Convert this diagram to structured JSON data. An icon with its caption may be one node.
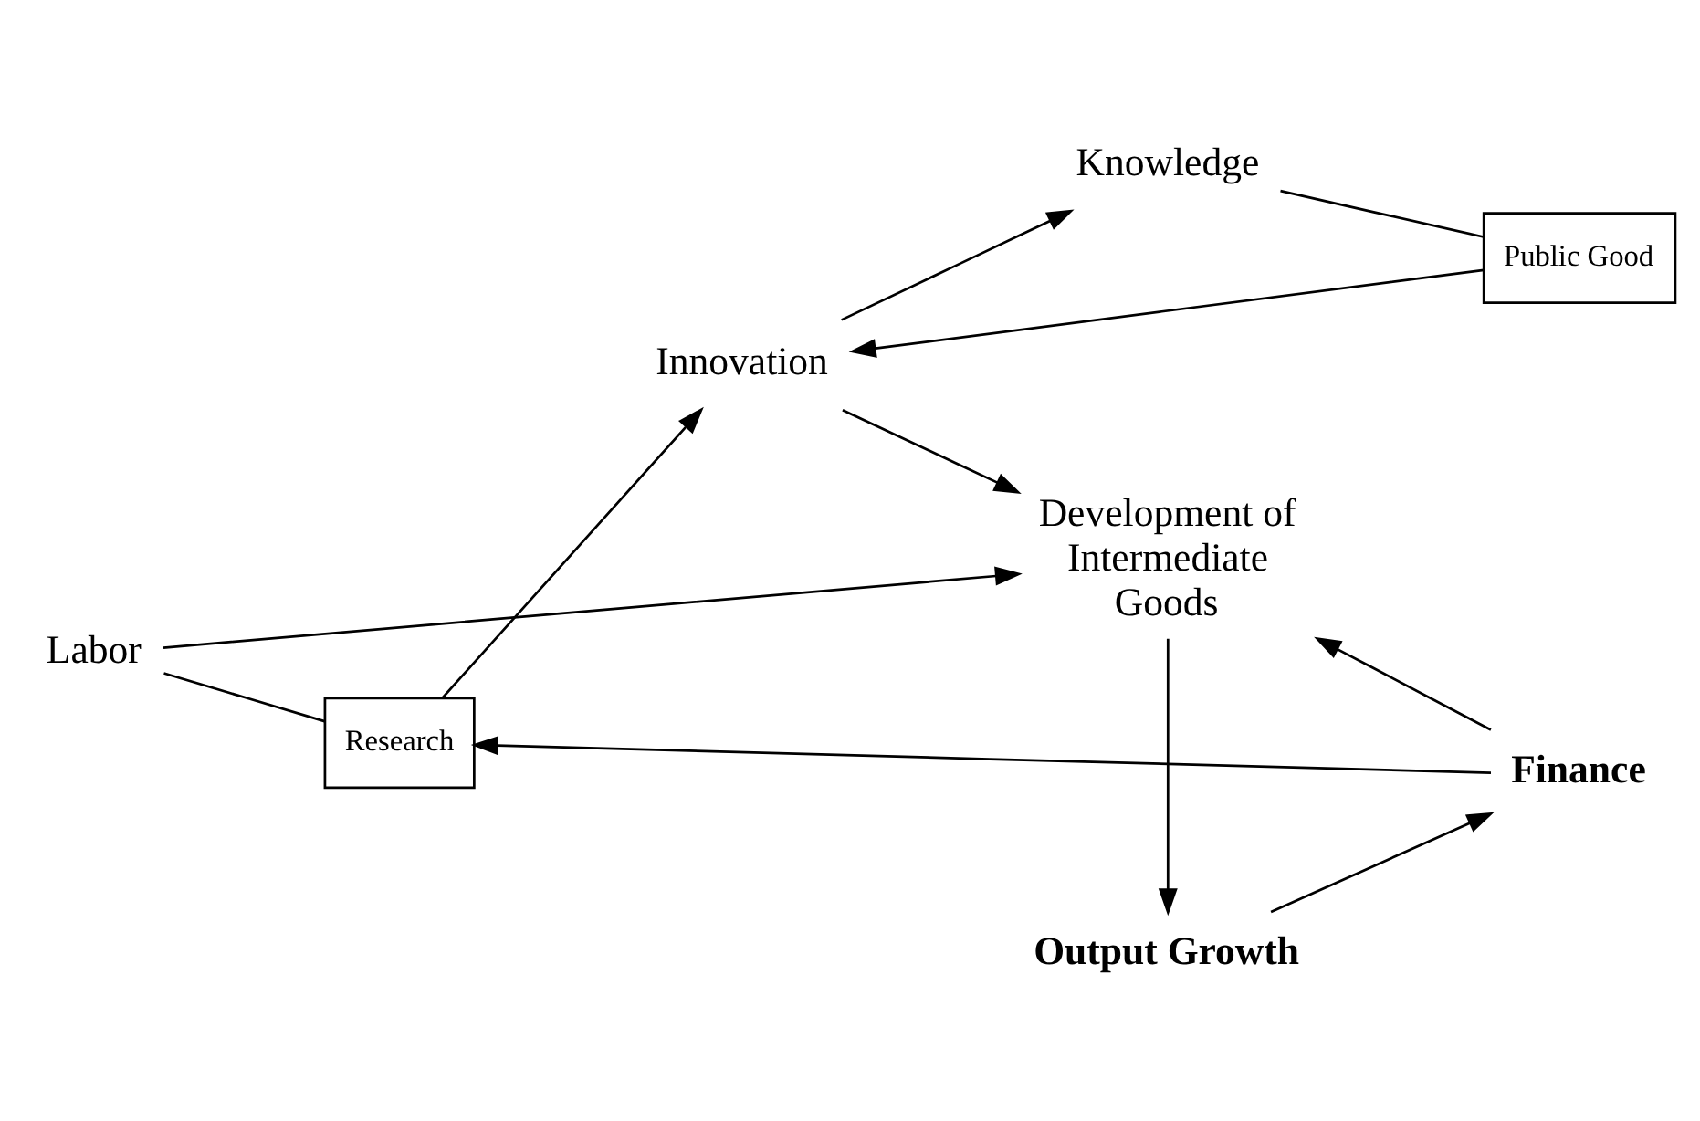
{
  "diagram": {
    "nodes": [
      {
        "text": [
          "Labor"
        ]
      },
      {
        "text": [
          "Research"
        ]
      },
      {
        "text": [
          "Innovation"
        ]
      },
      {
        "text": [
          "Public Good"
        ]
      },
      {
        "text": [
          "Knowledge"
        ]
      },
      {
        "text": [
          "Development of Intermediate Goods"
        ]
      },
      {
        "text": [
          "Output Growth"
        ]
      },
      {
        "text": [
          "Finance"
        ]
      }
    ],
    "edges": [
      {
        "from": 0,
        "to": 5,
        "arrow": "to"
      },
      {
        "from": 0,
        "to": 1,
        "arrow": "none"
      },
      {
        "from": 7,
        "to": 1,
        "arrow": "to"
      },
      {
        "from": 1,
        "to": 2,
        "arrow": "to"
      },
      {
        "from": 4,
        "to": 3,
        "arrow": "none"
      },
      {
        "from": 3,
        "to": 2,
        "arrow": "to"
      },
      {
        "from": 2,
        "to": 5,
        "arrow": "to"
      },
      {
        "from": 2,
        "to": 4,
        "arrow": "to"
      },
      {
        "from": 7,
        "to": 5,
        "arrow": "to"
      },
      {
        "from": 5,
        "to": 6,
        "arrow": "to"
      },
      {
        "from": 6,
        "to": 7,
        "arrow": "to"
      }
    ]
  }
}
